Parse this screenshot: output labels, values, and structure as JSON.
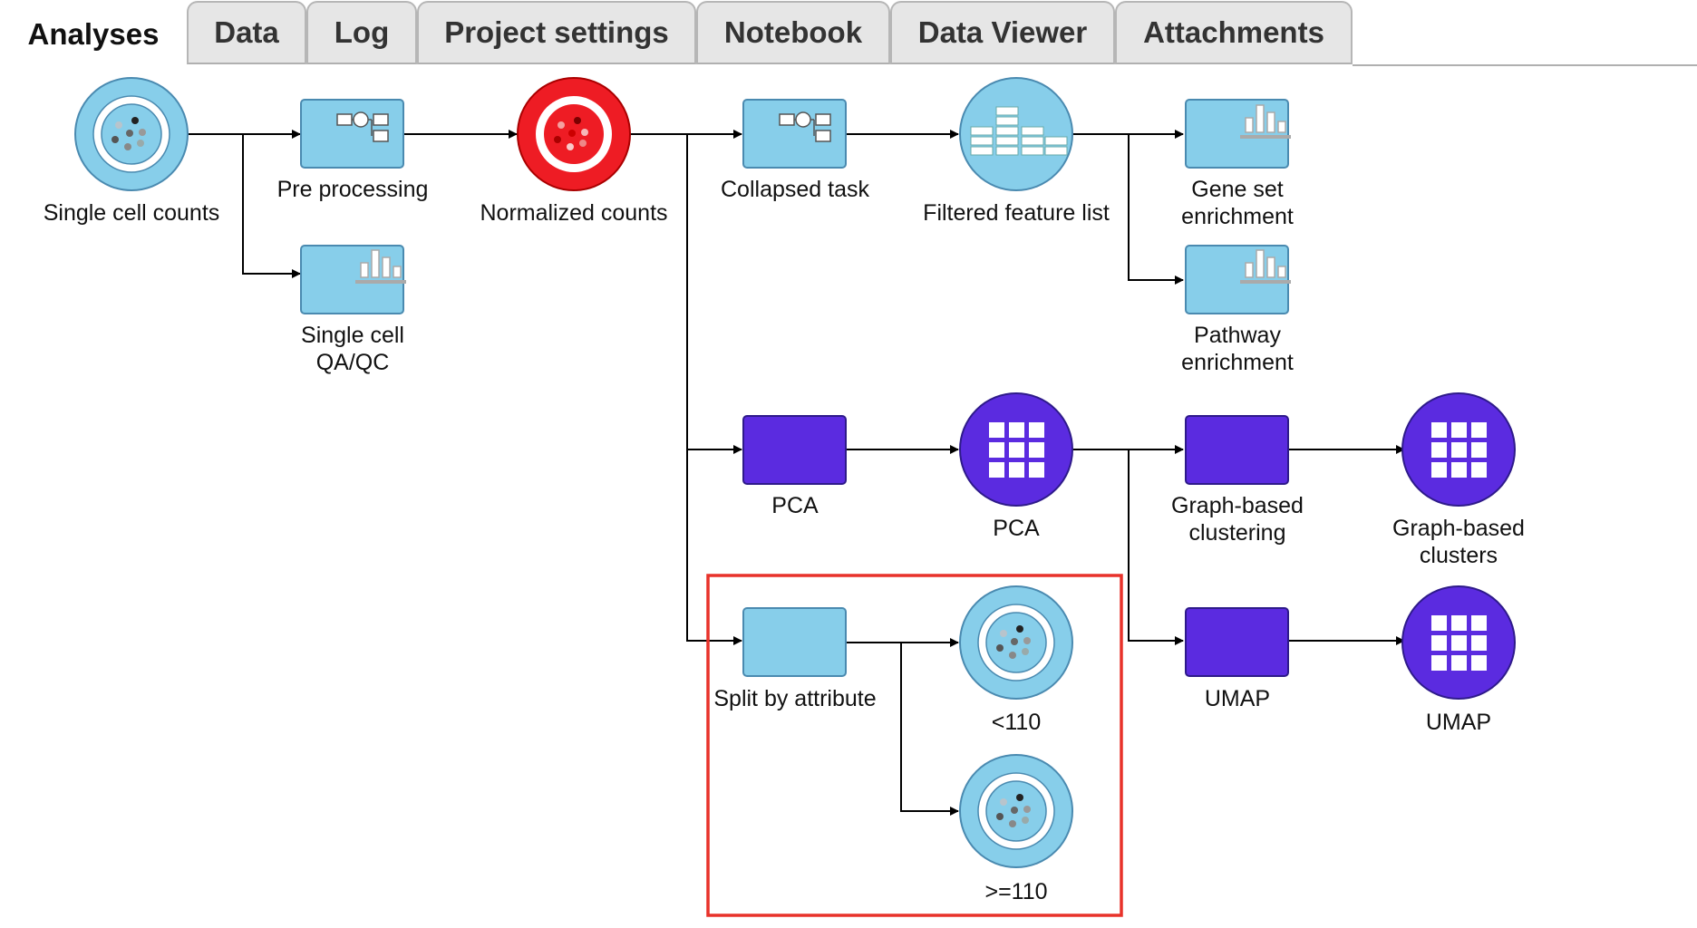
{
  "tabs": [
    "Analyses",
    "Data",
    "Log",
    "Project settings",
    "Notebook",
    "Data Viewer",
    "Attachments"
  ],
  "active_tab": "Analyses",
  "nodes": {
    "single_cell_counts": "Single cell counts",
    "pre_processing": "Pre processing",
    "normalized_counts": "Normalized counts",
    "collapsed_task": "Collapsed task",
    "filtered_feature_list": "Filtered feature list",
    "gene_set_enrichment": "Gene set\nenrichment",
    "single_cell_qa_qc": "Single cell\nQA/QC",
    "pathway_enrichment": "Pathway\nenrichment",
    "pca_task": "PCA",
    "pca_data": "PCA",
    "graph_based_clustering": "Graph-based\nclustering",
    "graph_based_clusters": "Graph-based\nclusters",
    "split_by_attribute": "Split by attribute",
    "lt_110": "<110",
    "ge_110": ">=110",
    "umap_task": "UMAP",
    "umap_data": "UMAP"
  },
  "colors": {
    "light_blue": "#87ceea",
    "blue_border": "#4a8ab0",
    "purple": "#5b2be0",
    "purple_border": "#2e1a8a",
    "red": "#ee1c24",
    "highlight": "#e8322a"
  }
}
